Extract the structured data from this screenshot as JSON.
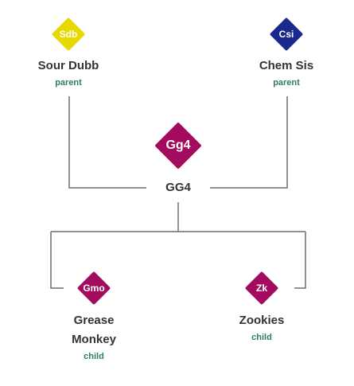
{
  "colors": {
    "sdb": "#e6d800",
    "csi": "#1a2a8c",
    "strain": "#a30b5e",
    "line": "#6f6f6f",
    "role_text": "#2e7d5b",
    "name_text": "#333333"
  },
  "parents": [
    {
      "abbr": "Sdb",
      "name": "Sour Dubb",
      "role": "parent"
    },
    {
      "abbr": "Csi",
      "name": "Chem Sis",
      "role": "parent"
    }
  ],
  "strain": {
    "abbr": "Gg4",
    "name": "GG4"
  },
  "children": [
    {
      "abbr": "Gmo",
      "name_line1": "Grease",
      "name_line2": "Monkey",
      "role": "child"
    },
    {
      "abbr": "Zk",
      "name": "Zookies",
      "role": "child"
    }
  ]
}
